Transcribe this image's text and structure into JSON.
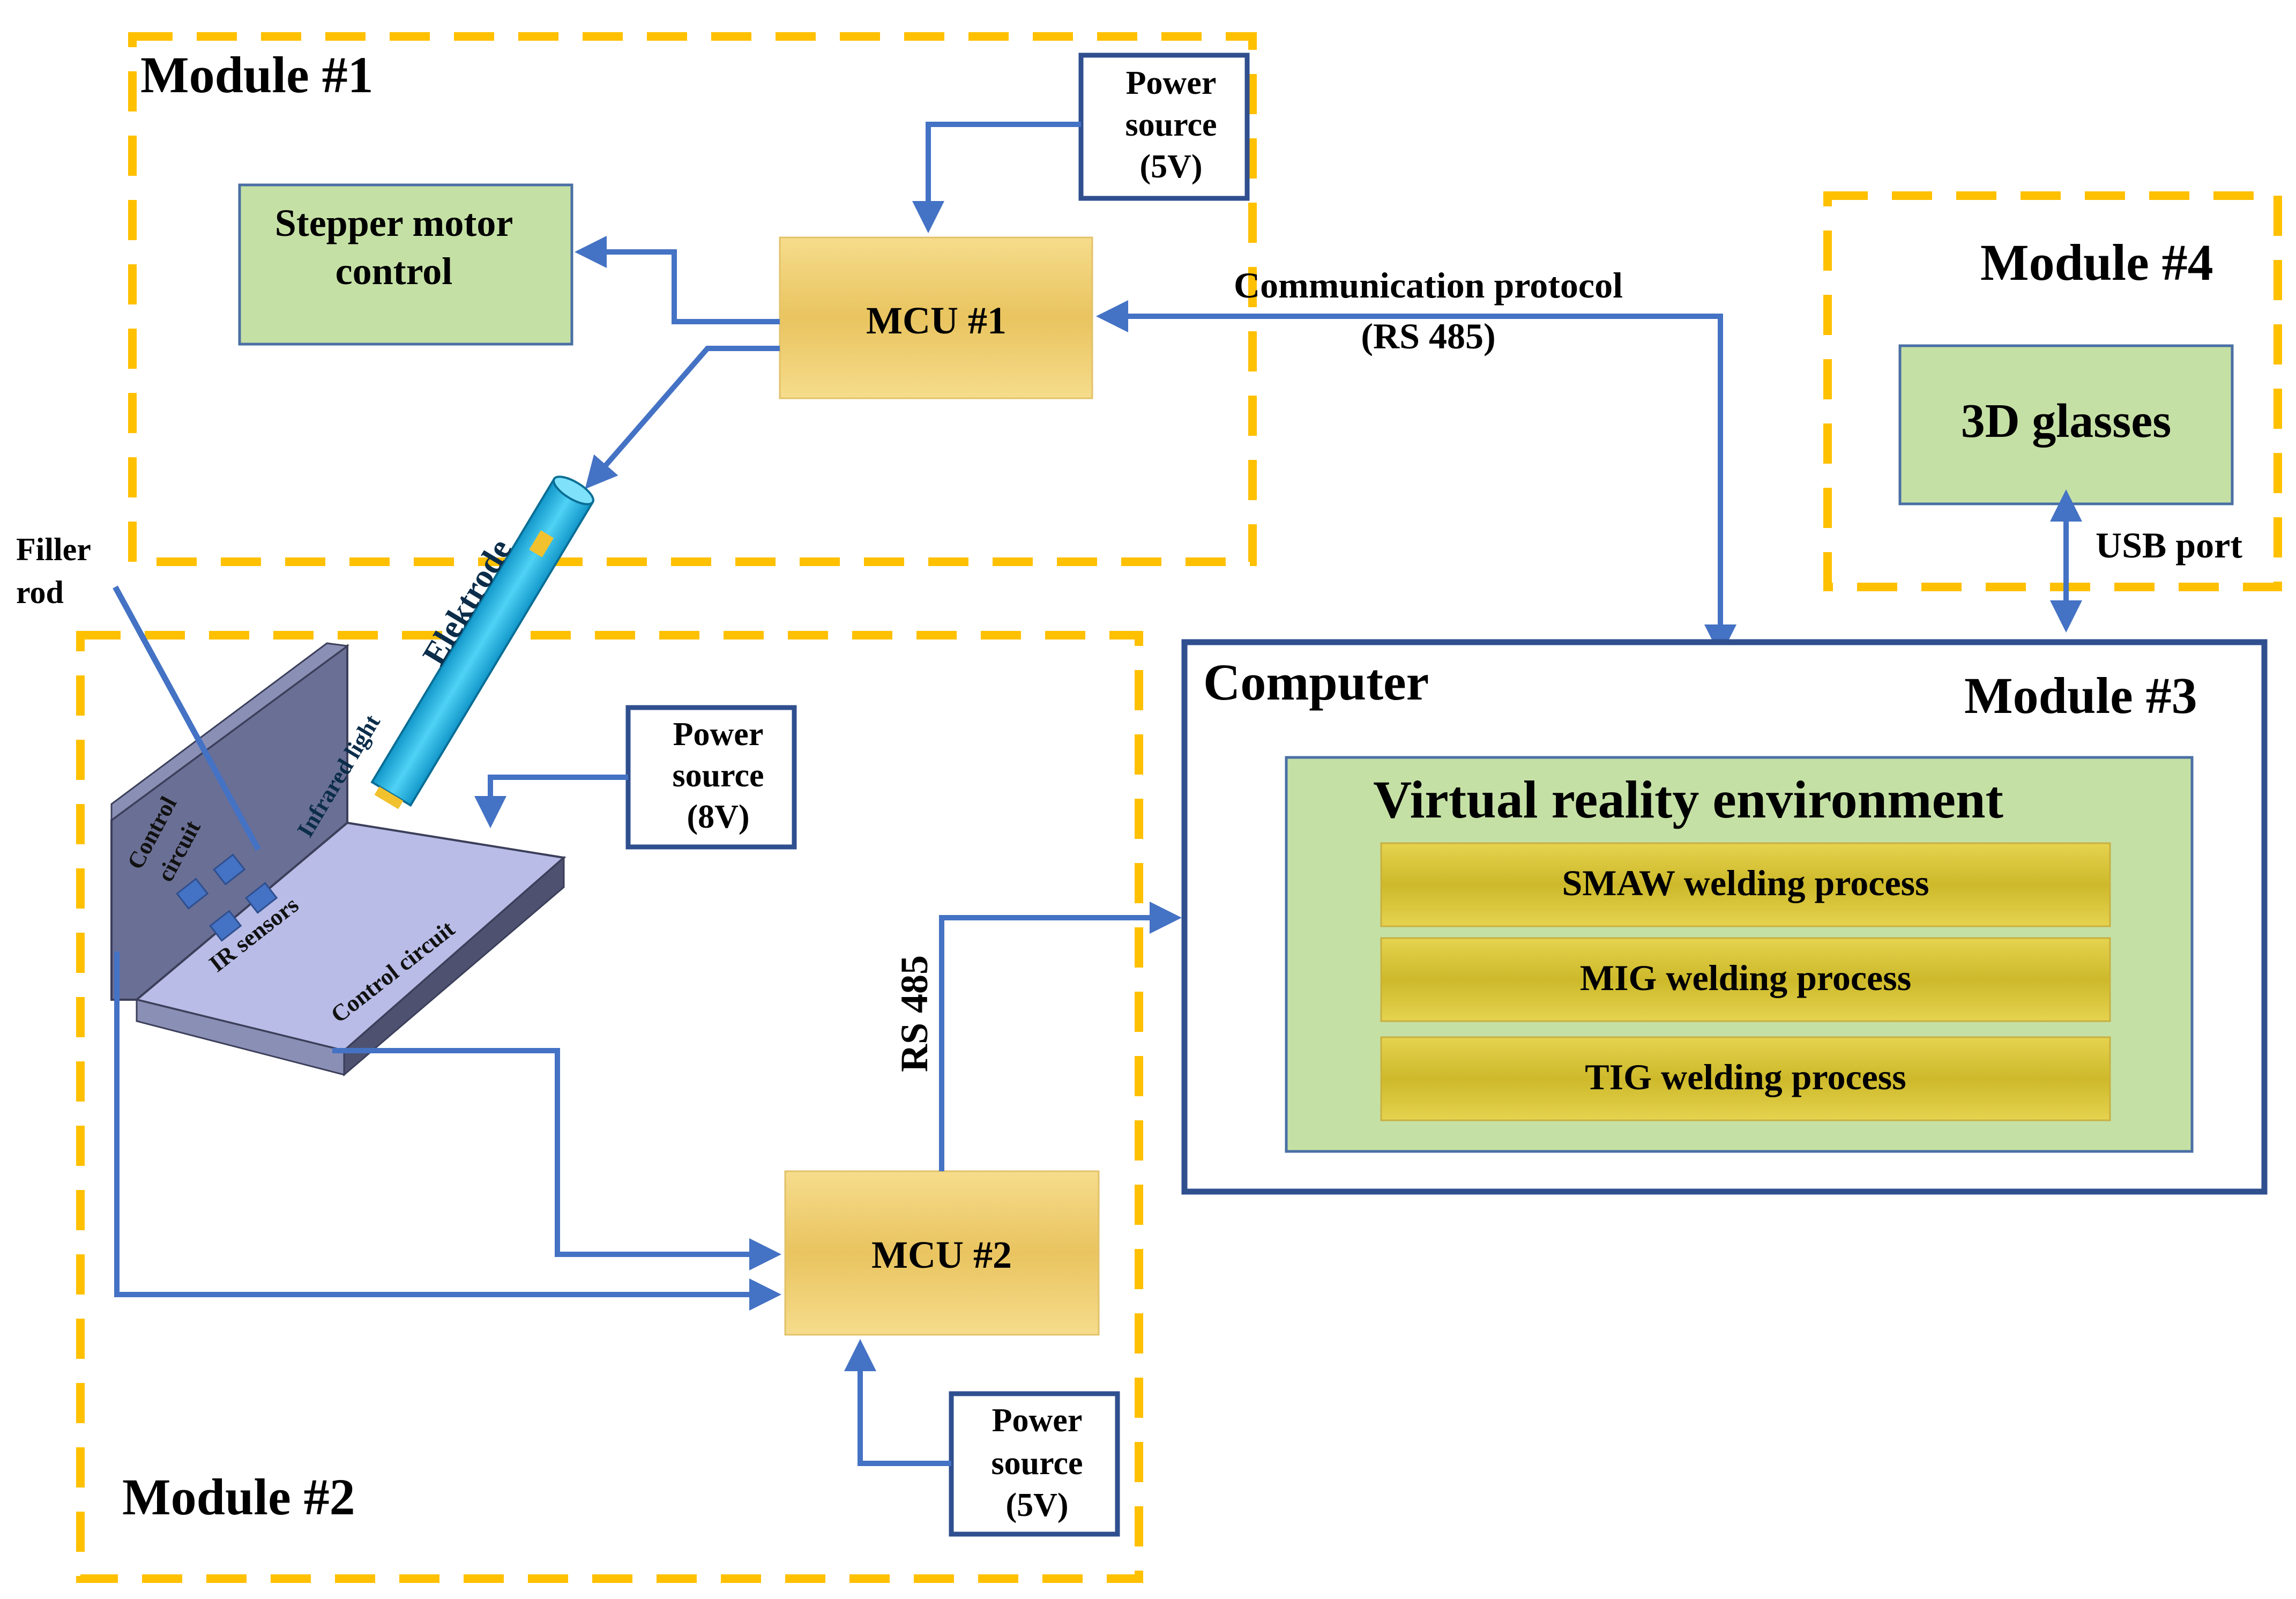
{
  "modules": {
    "module1": "Module #1",
    "module2": "Module #2",
    "module3": "Module #3",
    "module4": "Module #4"
  },
  "blocks": {
    "stepper_line1": "Stepper motor",
    "stepper_line2": "control",
    "mcu1": "MCU #1",
    "mcu2": "MCU #2",
    "glasses": "3D glasses",
    "computer": "Computer",
    "vr_env": "Virtual reality environment",
    "smaw": "SMAW welding process",
    "mig": "MIG welding process",
    "tig": "TIG welding process"
  },
  "power_sources": {
    "ps1": [
      "Power",
      "source",
      "(5V)"
    ],
    "ps2": [
      "Power",
      "source",
      "(8V)"
    ],
    "ps3": [
      "Power",
      "source",
      "(5V)"
    ]
  },
  "labels": {
    "comm_line1": "Communication protocol",
    "comm_line2": "(RS 485)",
    "usb": "USB port",
    "rs485": "RS 485",
    "filler_line1": "Filler",
    "filler_line2": "rod",
    "elektrode": "Elektrode",
    "infrared": "Infrared light",
    "control_circuit_wall_1": "Control",
    "control_circuit_wall_2": "circuit",
    "ir_sensors": "IR sensors",
    "control_circuit_base": "Control circuit"
  },
  "colors": {
    "module_border": "#FFC000",
    "arrow": "#4472C4",
    "dark_border": "#2F4F8F",
    "green_fill": "#C5E0A5",
    "gold_fill": "#F0D27A",
    "electrode": "#1FB4E6",
    "plate_wall": "#6A6F95",
    "plate_base": "#B8BCE6"
  }
}
